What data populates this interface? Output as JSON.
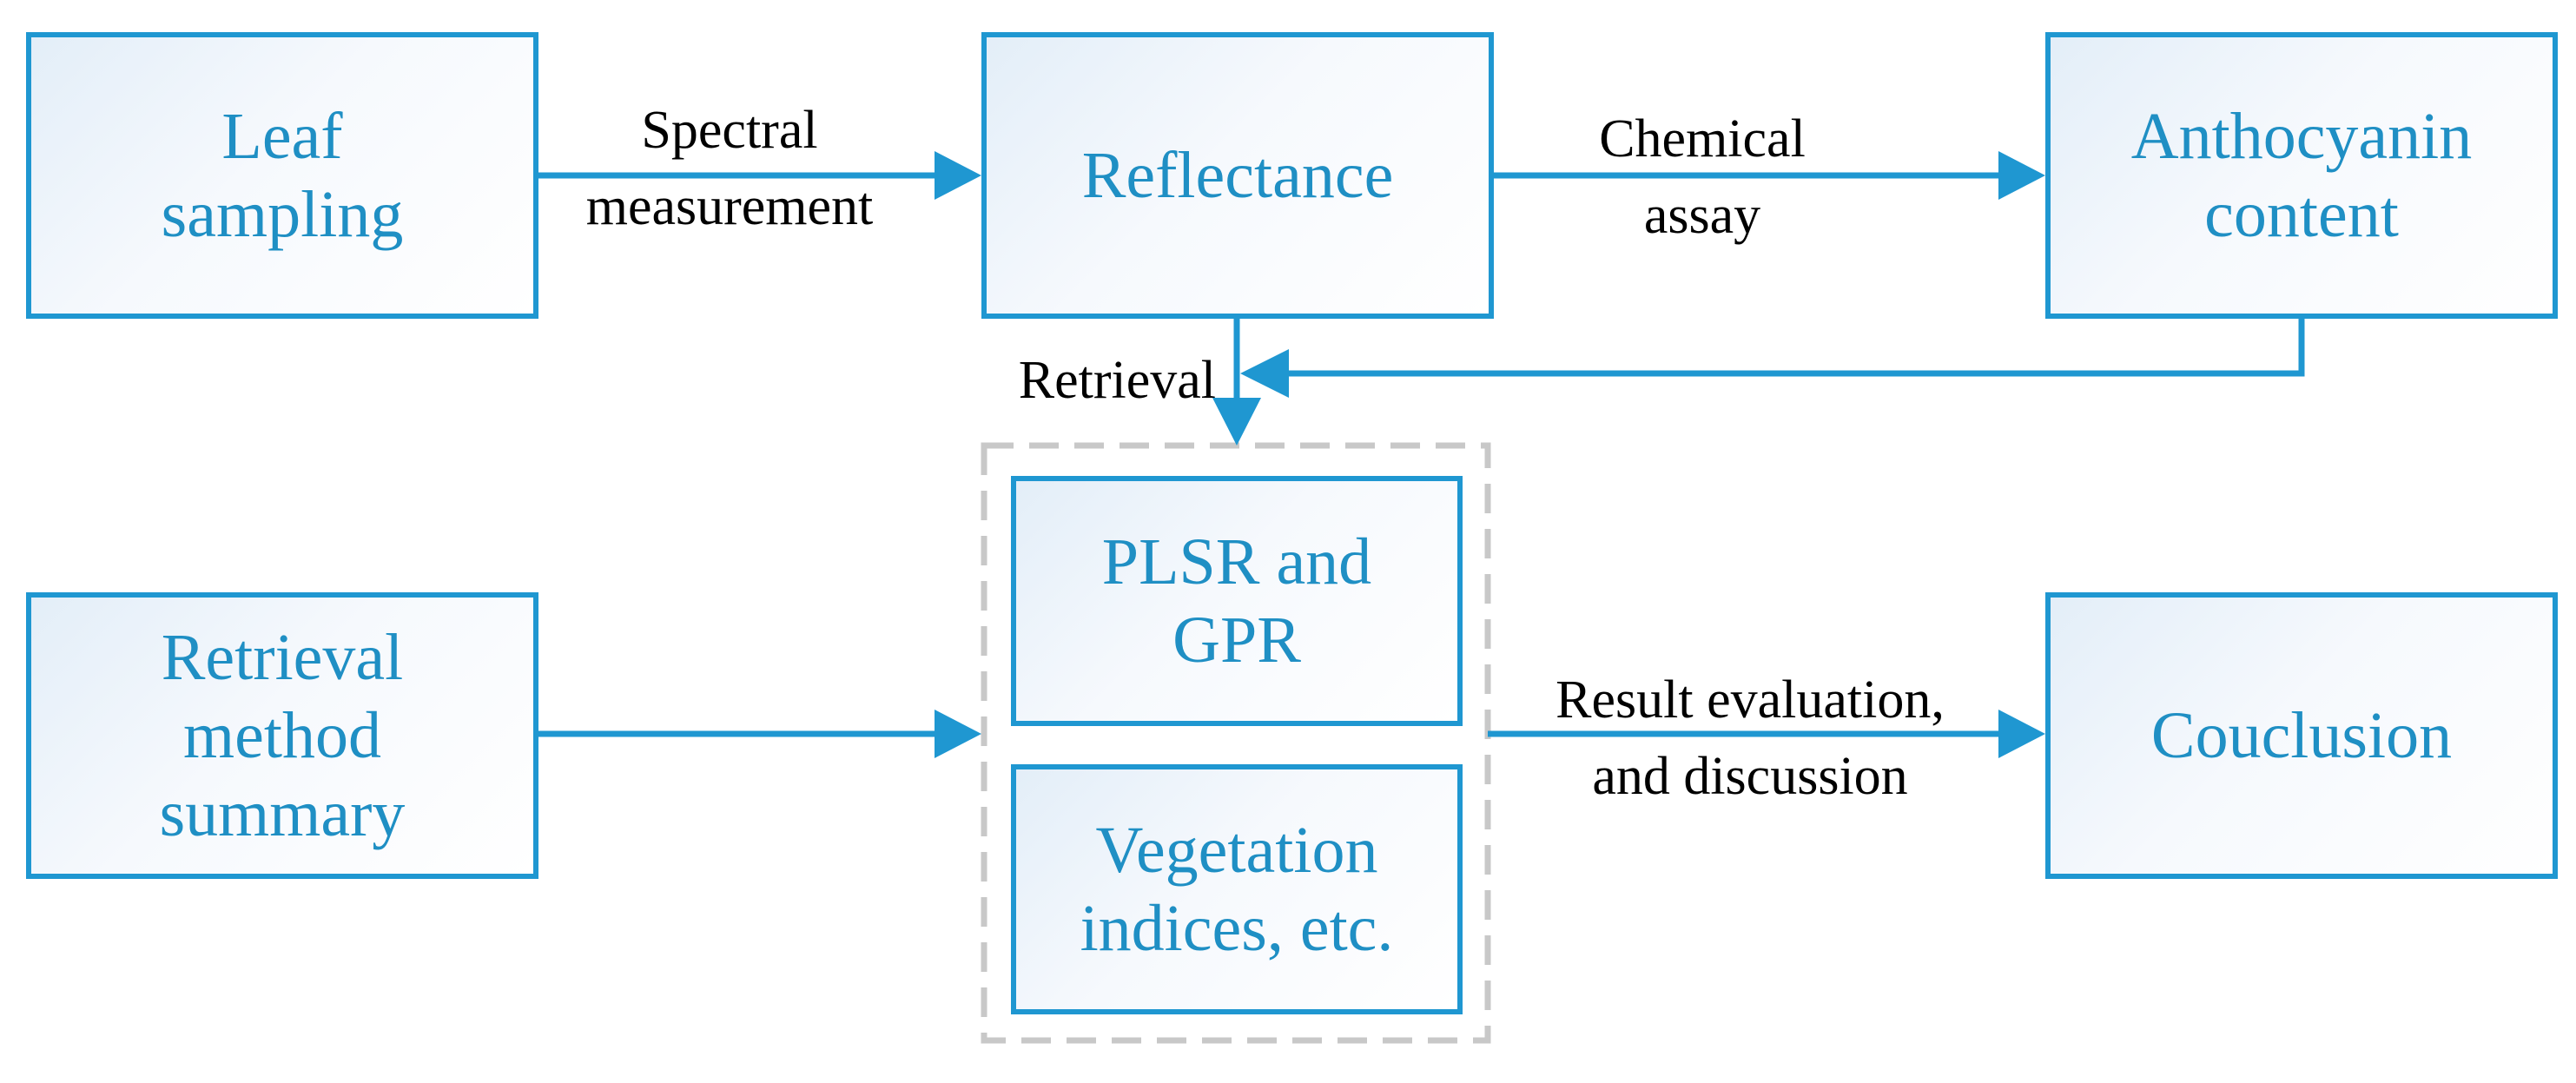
{
  "colors": {
    "node_border": "#1f97d1",
    "node_text": "#1f8fc4",
    "connector": "#1f97d1",
    "group_border": "#c8c8c8",
    "edge_label_text": "#000000"
  },
  "nodes": {
    "leaf_sampling": "Leaf\nsampling",
    "reflectance": "Reflectance",
    "anthocyanin_content": "Anthocyanin\ncontent",
    "retrieval_method_summary": "Retrieval\nmethod\nsummary",
    "plsr_gpr": "PLSR and\nGPR",
    "vegetation_indices": "Vegetation\nindices, etc.",
    "conclusion": "Couclusion"
  },
  "edges": {
    "spectral_measurement": "Spectral\nmeasurement",
    "chemical_assay": "Chemical\nassay",
    "retrieval": "Retrieval",
    "result_evaluation": "Result evaluation,\nand discussion"
  }
}
